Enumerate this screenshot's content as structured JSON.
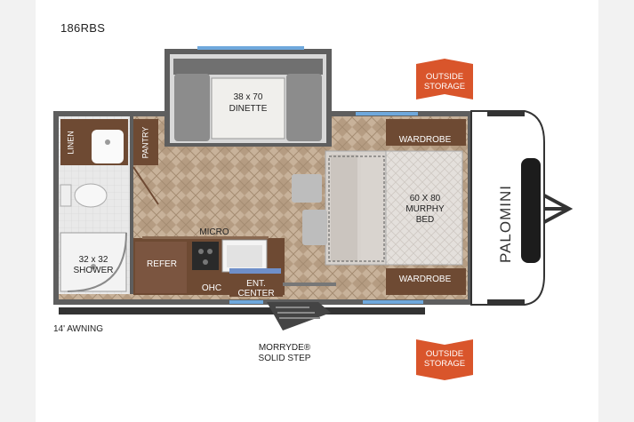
{
  "model": "186RBS",
  "labels": {
    "dinette_size": "38 x 70",
    "dinette": "DINETTE",
    "linen": "LINEN",
    "pantry": "PANTRY",
    "shower_size": "32 x 32",
    "shower": "SHOWER",
    "micro": "MICRO",
    "refer": "REFER",
    "ohc": "OHC",
    "ent": "ENT.",
    "center": "CENTER",
    "wardrobe_top": "WARDROBE",
    "wardrobe_bottom": "WARDROBE",
    "bed_size": "60 X 80",
    "murphy": "MURPHY",
    "bed": "BED",
    "awning": "14' AWNING",
    "step_line1": "MORRYDE®",
    "step_line2": "SOLID STEP",
    "outside_top_1": "OUTSIDE",
    "outside_top_2": "STORAGE",
    "outside_bottom_1": "OUTSIDE",
    "outside_bottom_2": "STORAGE",
    "brand": "PALOMINI"
  },
  "colors": {
    "storage_badge": "#d9552b",
    "wall": "#5b5b5b",
    "cabinet": "#6e4a33",
    "floor": "#c9b39a",
    "window": "#6fa8dc"
  }
}
